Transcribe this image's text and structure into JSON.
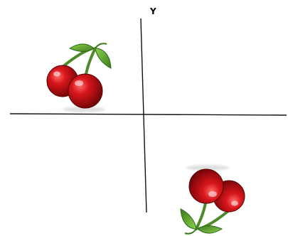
{
  "axes": {
    "y_label": "Y"
  },
  "colors": {
    "axis": "#111111",
    "cherry_red": "#c80f14",
    "cherry_dark": "#7a0508",
    "stem": "#4e8a2a",
    "leaf": "#5fae32",
    "leaf_dark": "#3a7a1c"
  },
  "figures": [
    {
      "icon": "cherries-icon",
      "orientation": "upright",
      "quadrant": "top-left"
    },
    {
      "icon": "cherries-icon",
      "orientation": "rotated-180",
      "quadrant": "bottom-right"
    }
  ]
}
